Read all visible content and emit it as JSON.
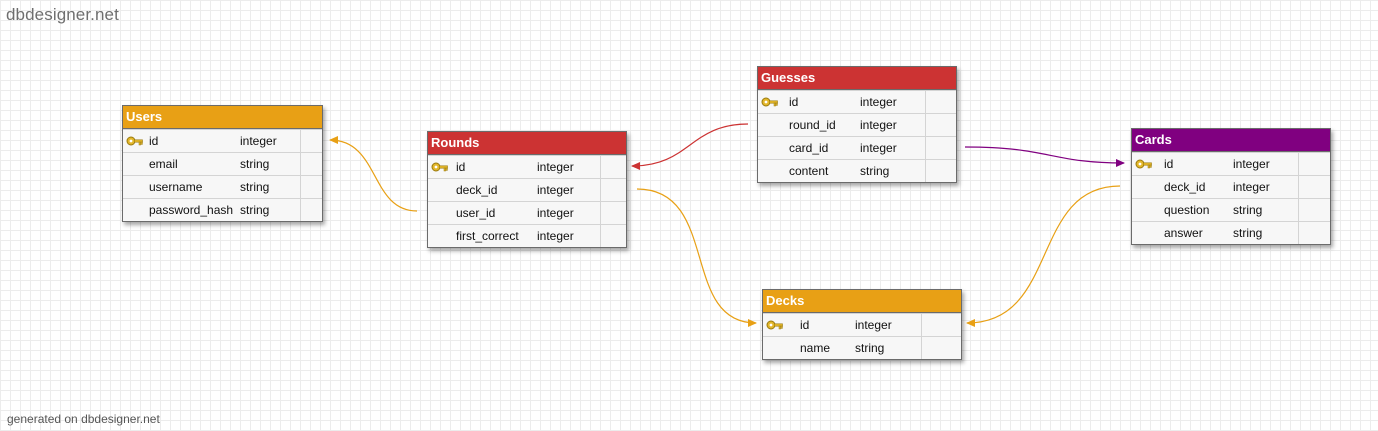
{
  "header": {
    "logo_text": "dbdesigner.net"
  },
  "footer": {
    "text": "generated on dbdesigner.net"
  },
  "colors": {
    "orange": "#E8A015",
    "red": "#CC3333",
    "purple": "#800080"
  },
  "tables": {
    "users": {
      "name": "Users",
      "color": "#E8A015",
      "fields": [
        {
          "name": "id",
          "type": "integer",
          "pk": true
        },
        {
          "name": "email",
          "type": "string"
        },
        {
          "name": "username",
          "type": "string"
        },
        {
          "name": "password_hash",
          "type": "string"
        }
      ]
    },
    "rounds": {
      "name": "Rounds",
      "color": "#CC3333",
      "fields": [
        {
          "name": "id",
          "type": "integer",
          "pk": true
        },
        {
          "name": "deck_id",
          "type": "integer"
        },
        {
          "name": "user_id",
          "type": "integer"
        },
        {
          "name": "first_correct",
          "type": "integer"
        }
      ]
    },
    "guesses": {
      "name": "Guesses",
      "color": "#CC3333",
      "fields": [
        {
          "name": "id",
          "type": "integer",
          "pk": true
        },
        {
          "name": "round_id",
          "type": "integer"
        },
        {
          "name": "card_id",
          "type": "integer"
        },
        {
          "name": "content",
          "type": "string"
        }
      ]
    },
    "cards": {
      "name": "Cards",
      "color": "#800080",
      "fields": [
        {
          "name": "id",
          "type": "integer",
          "pk": true
        },
        {
          "name": "deck_id",
          "type": "integer"
        },
        {
          "name": "question",
          "type": "string"
        },
        {
          "name": "answer",
          "type": "string"
        }
      ]
    },
    "decks": {
      "name": "Decks",
      "color": "#E8A015",
      "fields": [
        {
          "name": "id",
          "type": "integer",
          "pk": true
        },
        {
          "name": "name",
          "type": "string"
        }
      ]
    }
  },
  "relations": [
    {
      "from": "rounds.user_id",
      "to": "users.id",
      "color": "#E8A015"
    },
    {
      "from": "guesses.round_id",
      "to": "rounds.id",
      "color": "#CC3333"
    },
    {
      "from": "guesses.card_id",
      "to": "cards.id",
      "color": "#800080"
    },
    {
      "from": "rounds.deck_id",
      "to": "decks.id",
      "color": "#E8A015"
    },
    {
      "from": "cards.deck_id",
      "to": "decks.id",
      "color": "#E8A015"
    }
  ]
}
